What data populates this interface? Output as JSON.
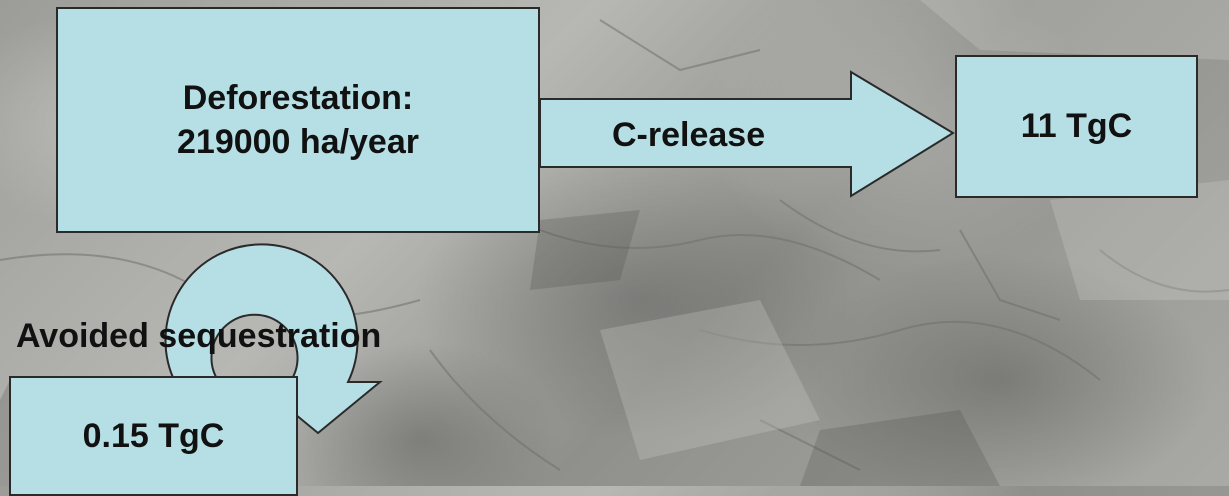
{
  "deforestation_box": {
    "line1": "Deforestation:",
    "line2": "219000 ha/year"
  },
  "release_arrow": {
    "label": "C-release"
  },
  "release_box": {
    "value": "11 TgC"
  },
  "sequestration_label": "Avoided sequestration",
  "sequestration_box": {
    "value": "0.15 TgC"
  },
  "colors": {
    "box_fill": "#b6dfe5",
    "outline": "#2a2a2a",
    "background": "grey charcoal texture"
  }
}
